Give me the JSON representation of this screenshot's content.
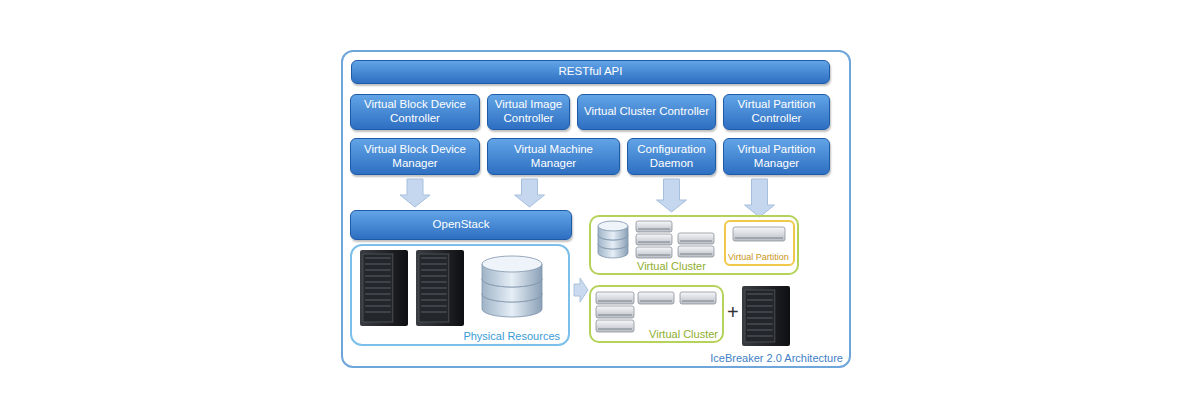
{
  "diagram": {
    "nodes": [
      {
        "text": [
          "IceBreaker 2.0 Architecture"
        ]
      },
      {
        "text": [
          "RESTful API"
        ],
        "in": 0
      },
      {
        "text": [
          "Virtual Block Device Controller"
        ],
        "in": 0
      },
      {
        "text": [
          "Virtual Image Controller"
        ],
        "in": 0
      },
      {
        "text": [
          "Virtual Cluster Controller"
        ],
        "in": 0
      },
      {
        "text": [
          "Virtual Partition Controller"
        ],
        "in": 0
      },
      {
        "text": [
          "Virtual Block Device Manager"
        ],
        "in": 0
      },
      {
        "text": [
          "Virtual Machine Manager"
        ],
        "in": 0
      },
      {
        "text": [
          "Configuration Daemon"
        ],
        "in": 0
      },
      {
        "text": [
          "Virtual Partition Manager"
        ],
        "in": 0
      },
      {
        "text": [
          "OpenStack"
        ],
        "in": 0
      },
      {
        "text": [
          "Physical Resources"
        ],
        "in": 0
      },
      {
        "text": [
          "Virtual Cluster"
        ],
        "in": 0
      },
      {
        "text": [
          "Virtual Partition"
        ],
        "in": 12
      },
      {
        "text": [
          "Virtual Cluster"
        ],
        "in": 0
      }
    ],
    "edges": [
      {
        "from": 6,
        "to": 10,
        "arrow": "to"
      },
      {
        "from": 7,
        "to": 10,
        "arrow": "to"
      },
      {
        "from": 8,
        "to": 12,
        "arrow": "to"
      },
      {
        "from": 9,
        "to": 13,
        "arrow": "to"
      }
    ],
    "labels": [
      "+"
    ]
  }
}
